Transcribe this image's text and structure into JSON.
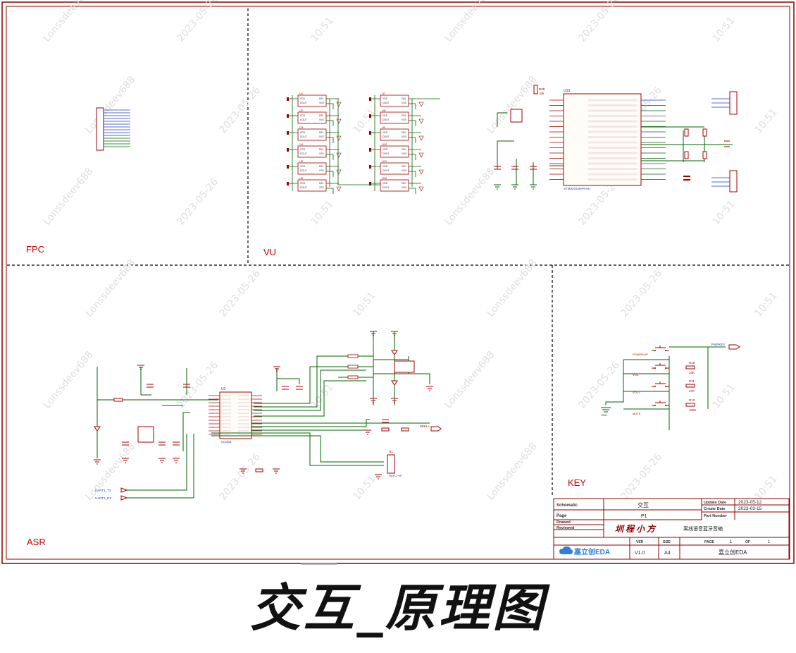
{
  "sections": {
    "fpc": "FPC",
    "vu": "VU",
    "asr": "ASR",
    "key": "KEY"
  },
  "title_block": {
    "schematic_label": "Schematic",
    "schematic_value": "交互",
    "page_label": "Page",
    "page_value": "P1",
    "drawed_label": "Drawed",
    "reviewed_label": "Reviewed",
    "update_label": "Update Date",
    "update_value": "2023-05-12",
    "create_label": "Create Date",
    "create_value": "2023-03-15",
    "part_label": "Part Number",
    "author": "圳程小方",
    "project": "离线语音蓝牙音箱",
    "ver_label": "VER",
    "ver_value": "V1.0",
    "size_label": "SIZE",
    "size_value": "A4",
    "pagecount_label": "PAGE",
    "page_num": "1",
    "of_label": "OF",
    "page_total": "1",
    "brand": "嘉立创EDA",
    "company": "嘉立创EDA"
  },
  "components": {
    "u15": "U15",
    "u15_part": "STM32G030F6-6U",
    "u1": "U1",
    "u1_part": "CI1302",
    "h1": "H1",
    "h1_pin": "HDR-1*4P",
    "r28": "R28",
    "r28_val": "10k",
    "key_net": "PWRKEY",
    "btn1": "POWER/UP",
    "btn2": "VOL-",
    "btn3": "VOL+",
    "btn4": "MUTE",
    "r10": "R10",
    "r10_val": "10K",
    "r11": "R11",
    "r11_val": "27K",
    "r12": "R12",
    "r12_val": "100K",
    "spk_net": "SPKL+",
    "uart_tx": "UART1_TX",
    "uart_rx": "UART1_RX",
    "gnd": "GND",
    "ws_prefix": "U",
    "ws_din": "DIN",
    "ws_dout": "DOUT",
    "ws_vdd": "VDD",
    "ws_vss": "VSS"
  },
  "watermark": {
    "name": "Lonssdeev688",
    "date": "2023-05-26",
    "time": "10:51"
  },
  "caption": "交互_原理图",
  "colors": {
    "border": "#8b0000",
    "wire": "#006400",
    "part": "#a00000",
    "net": "#1f3fbf",
    "grid": "#000000"
  }
}
